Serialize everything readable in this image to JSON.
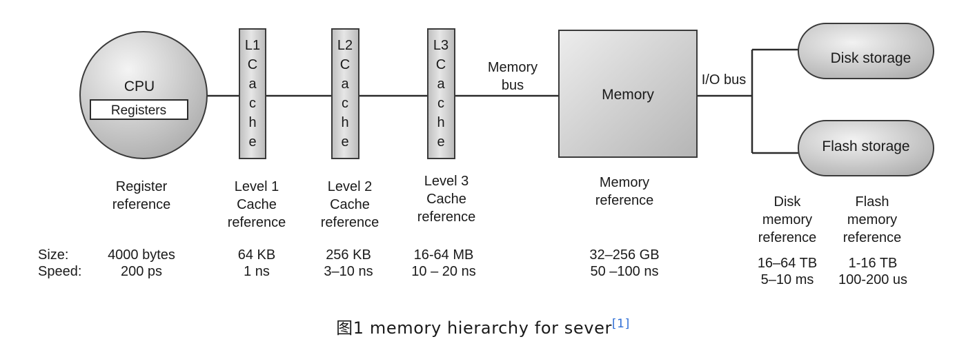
{
  "colors": {
    "accent": "#2f6fd6",
    "shape_fill_light": "#efefef",
    "shape_fill_dark": "#bdbdbd",
    "stroke": "#3a3a3a"
  },
  "diagram": {
    "cpu": {
      "label": "CPU",
      "registers": "Registers"
    },
    "caches": [
      {
        "id": "l1",
        "letters": [
          "L1",
          "C",
          "a",
          "c",
          "h",
          "e"
        ]
      },
      {
        "id": "l2",
        "letters": [
          "L2",
          "C",
          "a",
          "c",
          "h",
          "e"
        ]
      },
      {
        "id": "l3",
        "letters": [
          "L3",
          "C",
          "a",
          "c",
          "h",
          "e"
        ]
      }
    ],
    "memory_bus": [
      "Memory",
      "bus"
    ],
    "memory": "Memory",
    "io_bus": "I/O bus",
    "disk": "Disk storage",
    "flash": "Flash storage"
  },
  "references": {
    "register": [
      "Register",
      "reference"
    ],
    "l1": [
      "Level 1",
      "Cache",
      "reference"
    ],
    "l2": [
      "Level 2",
      "Cache",
      "reference"
    ],
    "l3": [
      "Level 3",
      "Cache",
      "reference"
    ],
    "memory": [
      "Memory",
      "reference"
    ],
    "disk": [
      "Disk",
      "memory",
      "reference"
    ],
    "flash": [
      "Flash",
      "memory",
      "reference"
    ]
  },
  "stats": {
    "size_label": "Size:",
    "speed_label": "Speed:",
    "register": {
      "size": "4000 bytes",
      "speed": "200 ps"
    },
    "l1": {
      "size": "64 KB",
      "speed": "1 ns"
    },
    "l2": {
      "size": "256 KB",
      "speed": "3–10 ns"
    },
    "l3": {
      "size": "16-64 MB",
      "speed": "10 – 20 ns"
    },
    "memory": {
      "size": "32–256 GB",
      "speed": "50 –100 ns"
    },
    "disk": {
      "size": "16–64 TB",
      "speed": "5–10 ms"
    },
    "flash": {
      "size": "1-16 TB",
      "speed": "100-200 us"
    }
  },
  "caption": {
    "text": "图1 memory hierarchy for sever",
    "ref": "[1]"
  }
}
